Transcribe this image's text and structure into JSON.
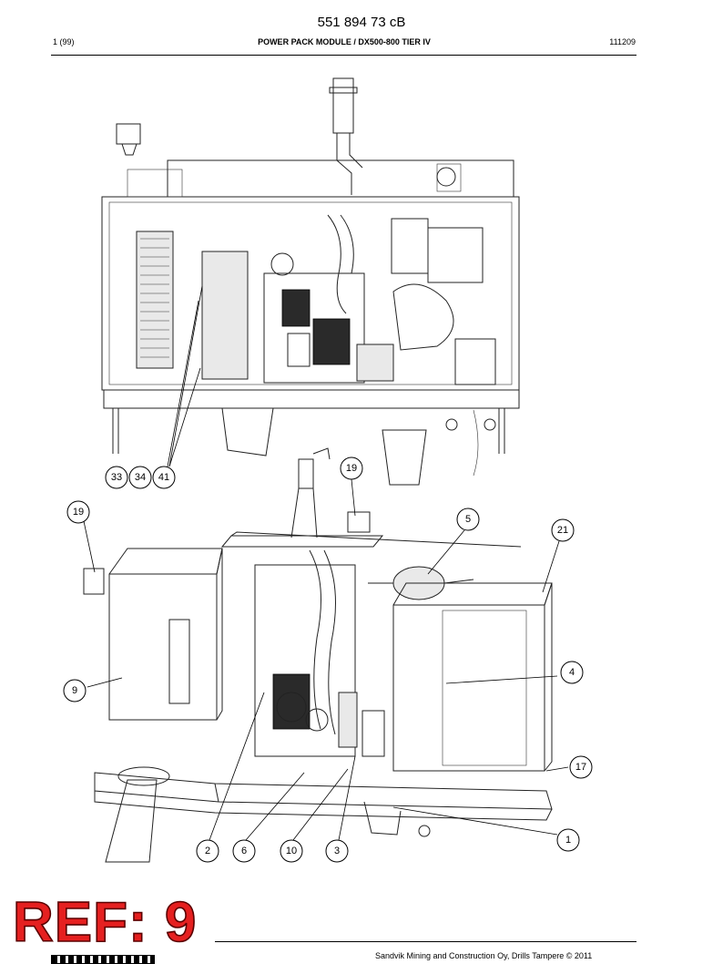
{
  "header": {
    "doc_number": "551 894 73 cB",
    "page": "1 (99)",
    "title": "POWER PACK MODULE / DX500-800 TIER IV",
    "date": "111209"
  },
  "callouts": {
    "c33": "33",
    "c34": "34",
    "c41": "41",
    "c19a": "19",
    "c19b": "19",
    "c5": "5",
    "c21": "21",
    "c4": "4",
    "c9": "9",
    "c17": "17",
    "c1": "1",
    "c2": "2",
    "c6": "6",
    "c10": "10",
    "c3": "3"
  },
  "footer": {
    "copyright": "Sandvik Mining and Construction Oy, Drills Tampere © 2011"
  },
  "overlay": {
    "ref_label": "REF: 9"
  }
}
